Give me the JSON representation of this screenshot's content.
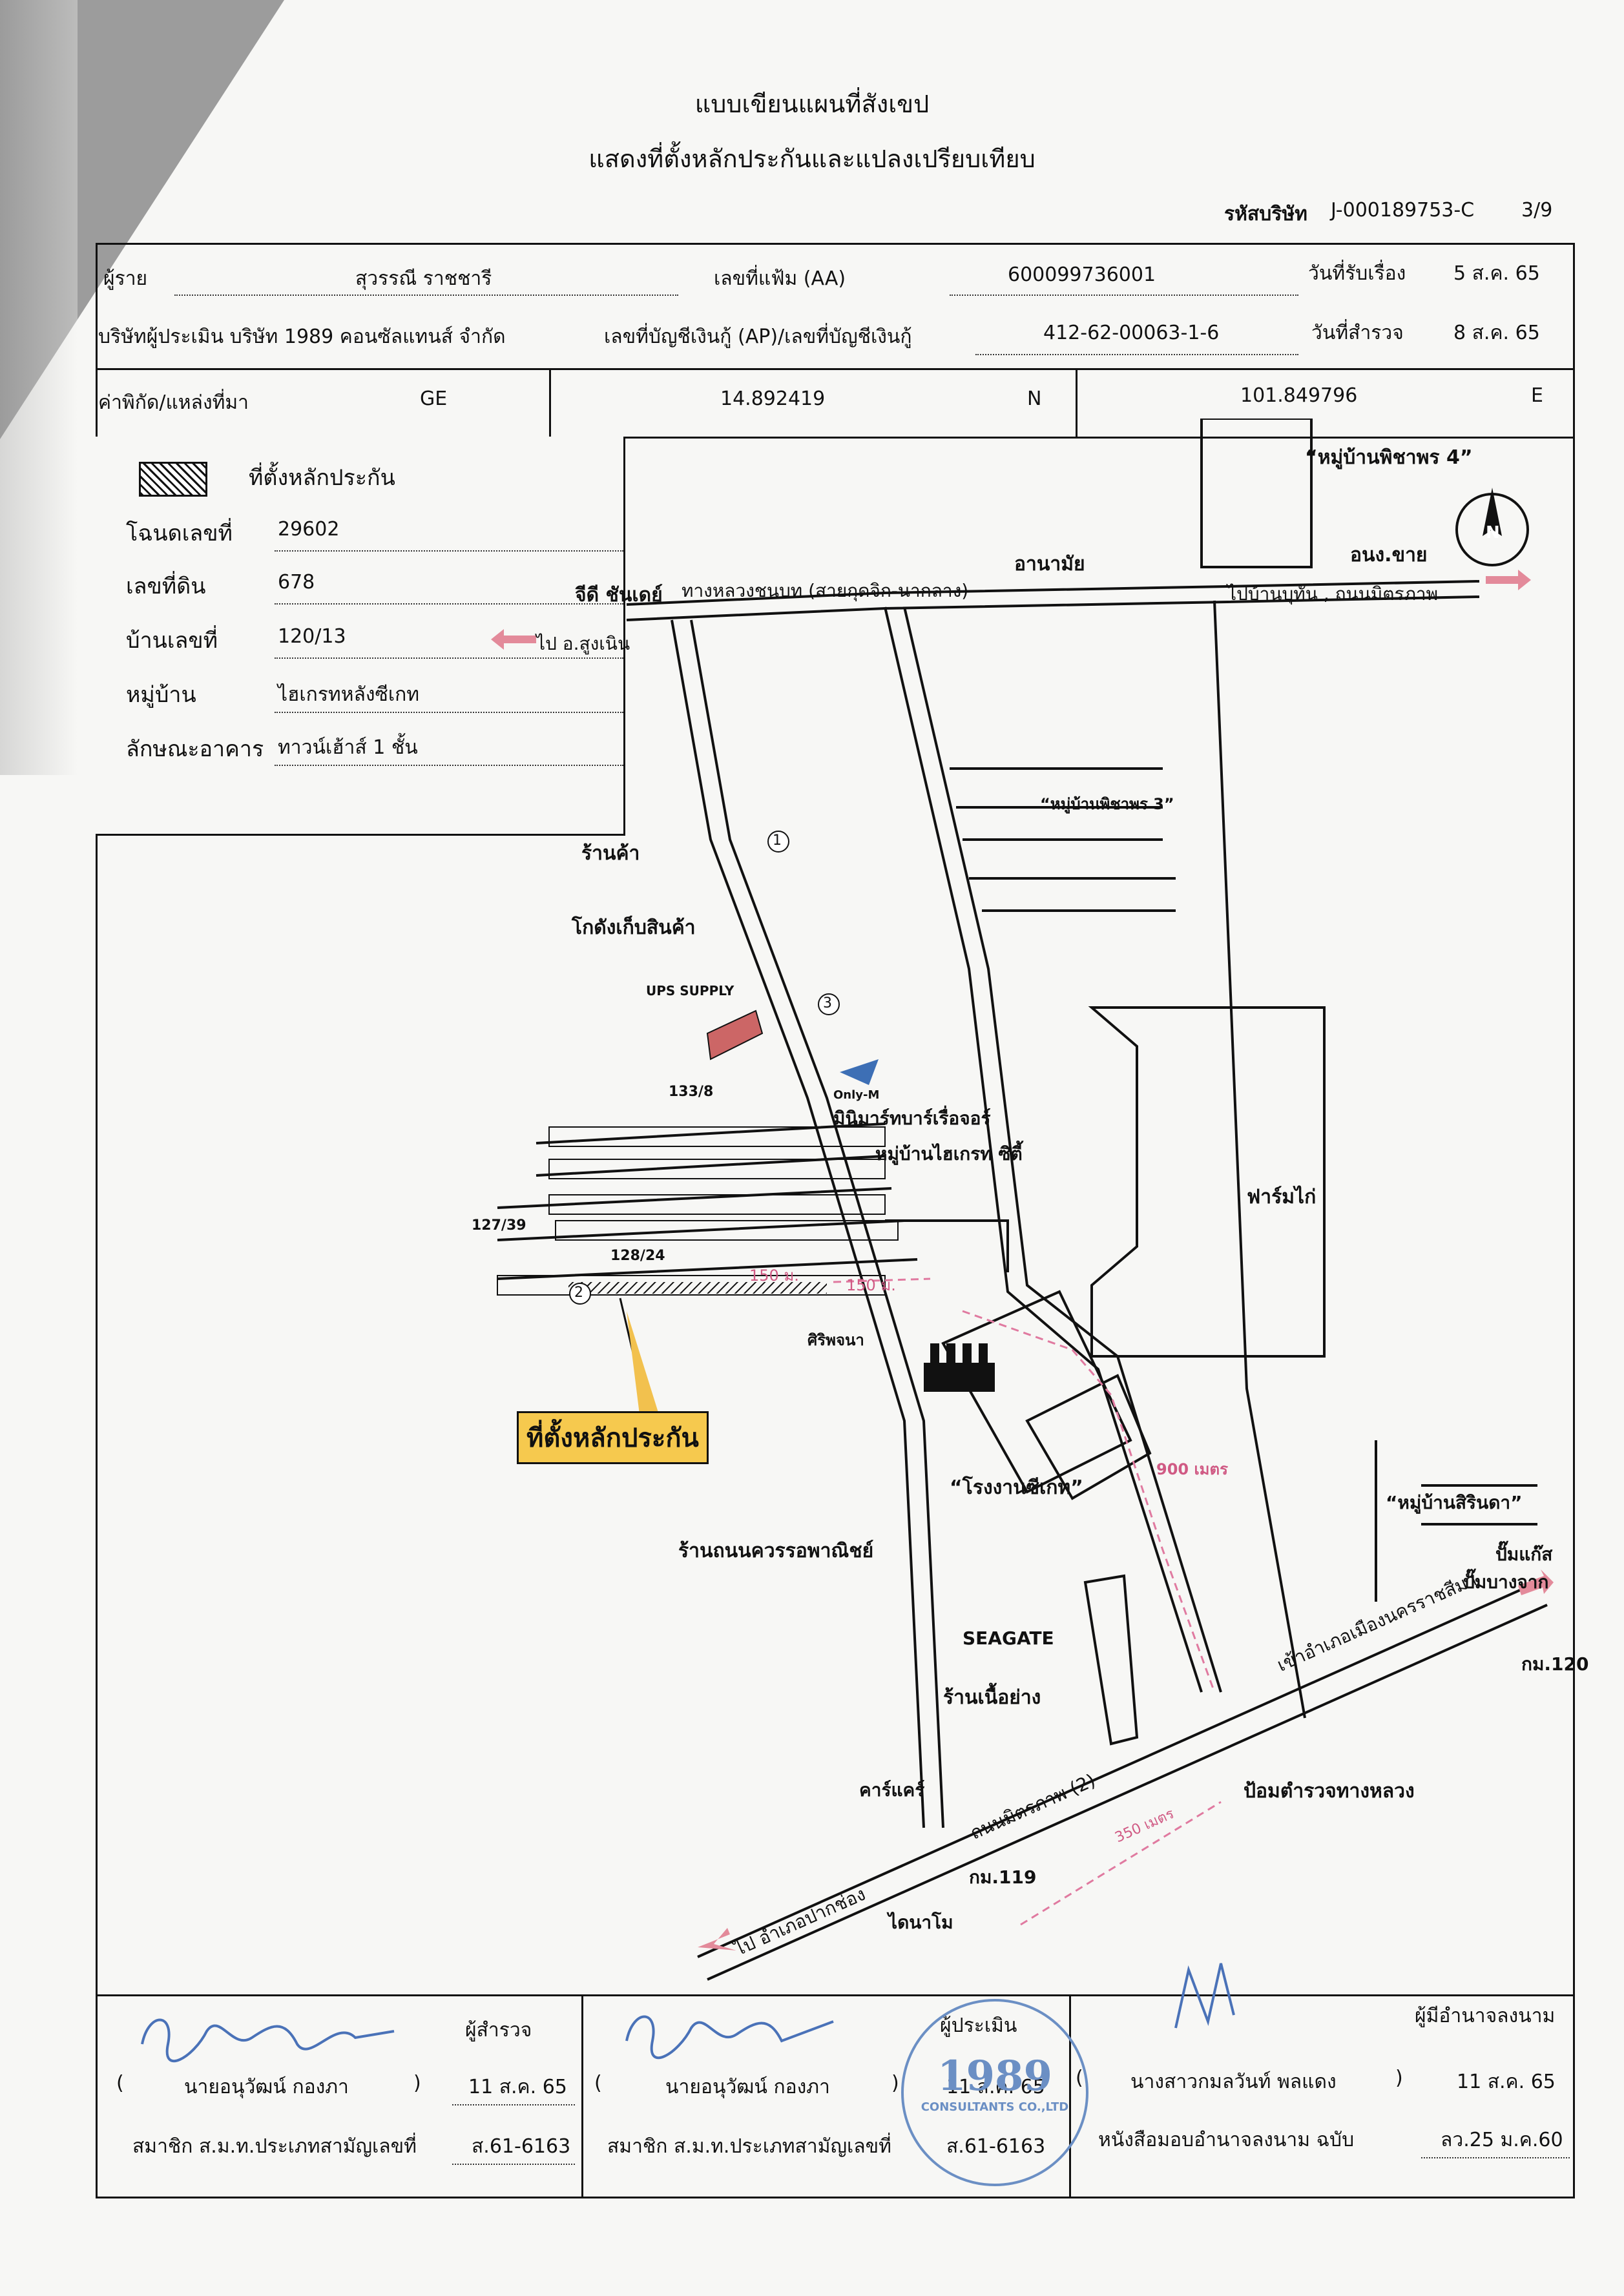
{
  "header": {
    "title_line1": "แบบเขียนแผนที่สังเขป",
    "title_line2": "แสดงที่ตั้งหลักประกันและแปลงเปรียบเทียบ",
    "company_code_label": "รหัสบริษัท",
    "company_code": "J-000189753-C",
    "page": "3/9"
  },
  "row1": {
    "customer_label": "ผู้ราย",
    "customer_name": "สุวรรณี ราชชารี",
    "file_label": "เลขที่แฟ้ม (AA)",
    "file_no": "600099736001",
    "received_label": "วันที่รับเรื่อง",
    "received_date": "5 ส.ค. 65"
  },
  "row2": {
    "appraiser_company": "บริษัทผู้ประเมิน บริษัท 1989 คอนซัลแทนส์ จำกัด",
    "account_label": "เลขที่บัญชีเงินกู้ (AP)/เลขที่บัญชีเงินกู้",
    "account_no": "412-62-00063-1-6",
    "survey_label": "วันที่สำรวจ",
    "survey_date": "8 ส.ค. 65"
  },
  "coords": {
    "label": "ค่าพิกัด/แหล่งที่มา",
    "source": "GE",
    "lat": "14.892419",
    "lat_dir": "N",
    "lon": "101.849796",
    "lon_dir": "E"
  },
  "info": {
    "legend_label": "ที่ตั้งหลักประกัน",
    "deed_label": "โฉนดเลขที่",
    "deed_no": "29602",
    "land_label": "เลขที่ดิน",
    "land_no": "678",
    "house_label": "บ้านเลขที่",
    "house_no": "120/13",
    "village_label": "หมู่บ้าน",
    "village": "ไฮเกรทหลังซีเกท",
    "building_label": "ลักษณะอาคาร",
    "building": "ทาวน์เฮ้าส์ 1 ชั้น"
  },
  "map": {
    "village4": "“หมู่บ้านพิชาพร 4”",
    "anamai": "อานามัย",
    "orthongchai": "อนง.ขาย",
    "jd_chain": "จีดี ชันเดย์",
    "highway": "ทางหลวงชนบท (สายกุดจิก-นากลาง)",
    "to_bannu": "ไปบ้านบุทัน , ถนนมิตรภาพ",
    "to_sungnoen": "ไป อ.สูงเนิน",
    "village3": "“หมู่บ้านพิชาพร 3”",
    "shop": "ร้านค้า",
    "warehouse": "โกดังเก็บสินค้า",
    "ups": "UPS SUPPLY",
    "onlym": "Only-M",
    "lot_133": "133/8",
    "mart": "มินิมาร์ทบาร์เรื่อจอร์",
    "higreat_city": "หมู่บ้านไฮเกรท ซิตี้",
    "lot_127": "127/39",
    "lot_128": "128/24",
    "dist_150a": "150 ม.",
    "dist_150b": "150 ม.",
    "sripattana": "ศิริพจนา",
    "chicken_farm": "ฟาร์มไก่",
    "collateral_location": "ที่ตั้งหลักประกัน",
    "seagate_factory": "“โรงงานซีเกท”",
    "dist_900": "900 เมตร",
    "village_sirinda": "“หมู่บ้านสิรินดา”",
    "restaurant": "ร้านถนนควรรอพาณิชย์",
    "gas1": "ปั๊มแก๊ส",
    "gas2": "ปั๊มบางจาก",
    "seagate": "SEAGATE",
    "noodle": "ร้านเนื้อย่าง",
    "to_korat": "เข้าอำเภอเมืองนครราชสีมา",
    "km120": "กม.120",
    "carcare": "คาร์แคร์",
    "police": "ป้อมตำรวจทางหลวง",
    "mittraphap": "ถนนมิตรภาพ (2)",
    "dist_350": "350 เมตร",
    "km119": "กม.119",
    "to_pakchong": "ไป อำเภอปากช่อง",
    "dainamo": "ไดนาโม",
    "marker_1": "1",
    "marker_2": "2",
    "marker_3": "3",
    "north": "N"
  },
  "signatures": {
    "surveyor_label": "ผู้สำรวจ",
    "surveyor_name": "นายอนุวัฒน์ กองภา",
    "surveyor_date": "11 ส.ค. 65",
    "surveyor_member_label": "สมาชิก ส.ม.ท.ประเภทสามัญเลขที่",
    "surveyor_member_no": "ส.61-6163",
    "appraiser_label": "ผู้ประเมิน",
    "appraiser_name": "นายอนุวัฒน์ กองภา",
    "appraiser_date": "11 ส.ค. 65",
    "appraiser_member_label": "สมาชิก ส.ม.ท.ประเภทสามัญเลขที่",
    "appraiser_member_no": "ส.61-6163",
    "authorized_label": "ผู้มีอำนาจลงนาม",
    "authorized_name": "นางสาวกมลวันท์ พลแดง",
    "authorized_date": "11 ส.ค. 65",
    "poa_label": "หนังสือมอบอำนาจลงนาม ฉบับ",
    "poa_date": "ลว.25 ม.ค.60",
    "seal_year": "1989",
    "seal_text": "CONSULTANTS CO.,LTD"
  }
}
